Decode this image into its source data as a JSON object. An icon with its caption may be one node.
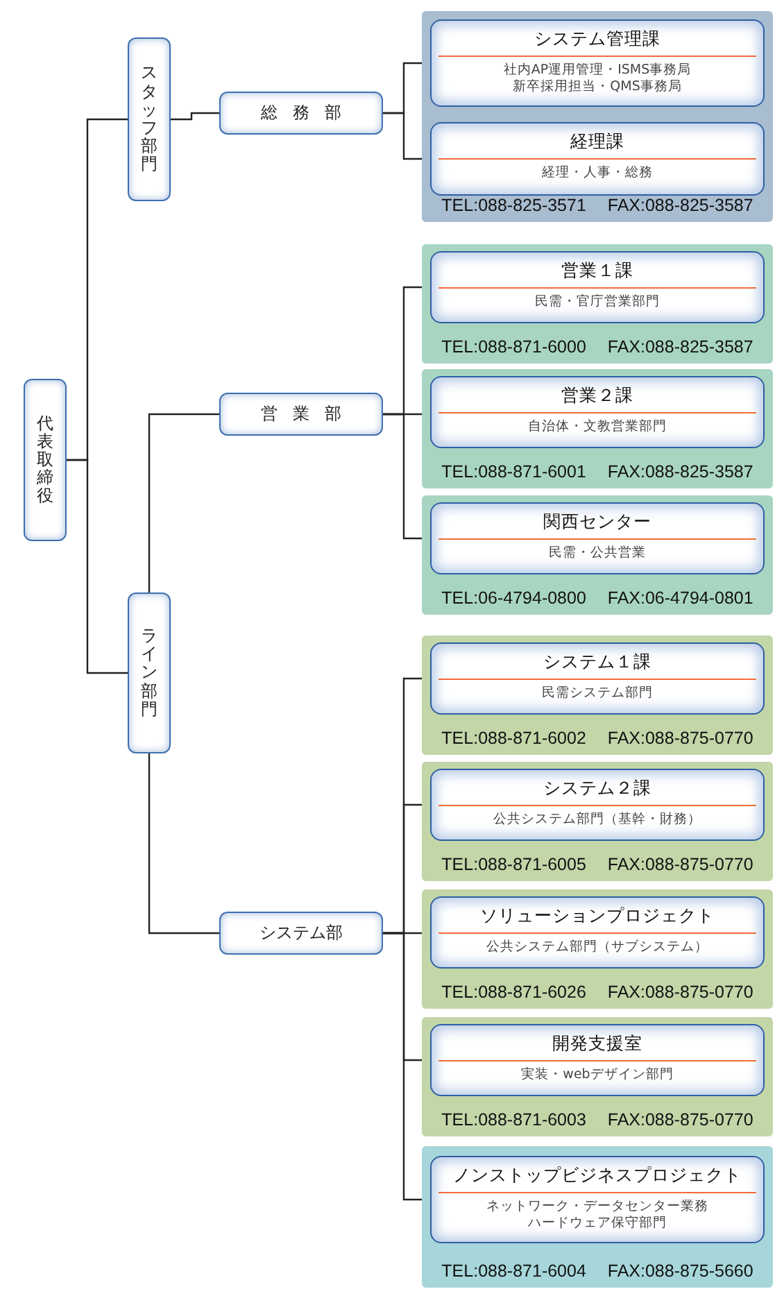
{
  "diagram": {
    "nodes": [
      {
        "text": [
          "代表取締役"
        ]
      },
      {
        "text": [
          "スタッフ部門"
        ]
      },
      {
        "text": [
          "ライン部門"
        ]
      },
      {
        "text": [
          "総務部"
        ]
      },
      {
        "text": [
          "営業部"
        ]
      },
      {
        "text": [
          "システム部"
        ]
      },
      {
        "text": [
          "TEL:088-825-3571 FAX:088-825-3587"
        ]
      },
      {
        "text": [
          "システム管理課",
          "社内AP運用管理・ISMS事務局新卒採用担当・QMS事務局"
        ],
        "in": 6
      },
      {
        "text": [
          "経理課",
          "経理・人事・総務"
        ],
        "in": 6
      },
      {
        "text": [
          "TEL:088-871-6000 FAX:088-825-3587"
        ]
      },
      {
        "text": [
          "営業１課",
          "民需・官庁営業部門"
        ],
        "in": 9
      },
      {
        "text": [
          "TEL:088-871-6001 FAX:088-825-3587"
        ]
      },
      {
        "text": [
          "営業２課",
          "自治体・文教営業部門"
        ],
        "in": 11
      },
      {
        "text": [
          "TEL:06-4794-0800 FAX:06-4794-0801"
        ]
      },
      {
        "text": [
          "関西センター",
          "民需・公共営業"
        ],
        "in": 13
      },
      {
        "text": [
          "TEL:088-871-6002 FAX:088-875-0770"
        ]
      },
      {
        "text": [
          "システム１課",
          "民需システム部門"
        ],
        "in": 15
      },
      {
        "text": [
          "TEL:088-871-6005 FAX:088-875-0770"
        ]
      },
      {
        "text": [
          "システム２課",
          "公共システム部門（基幹・財務）"
        ],
        "in": 17
      },
      {
        "text": [
          "TEL:088-871-6026 FAX:088-875-0770"
        ]
      },
      {
        "text": [
          "ソリューションプロジェクト",
          "公共システム部門（サブシステム）"
        ],
        "in": 19
      },
      {
        "text": [
          "TEL:088-871-6003 FAX:088-875-0770"
        ]
      },
      {
        "text": [
          "開発支援室",
          "実装・webデザイン部門"
        ],
        "in": 21
      },
      {
        "text": [
          "TEL:088-871-6004 FAX:088-875-5660"
        ]
      },
      {
        "text": [
          "ノンストップビジネスプロジェクト",
          "ネットワーク・データセンター業務ハードウェア保守部門"
        ],
        "in": 23
      }
    ],
    "edges": [
      {
        "from": 0,
        "to": 1,
        "arrow": "none"
      },
      {
        "from": 0,
        "to": 2,
        "arrow": "none"
      },
      {
        "from": 1,
        "to": 3,
        "arrow": "none"
      },
      {
        "from": 2,
        "to": 4,
        "arrow": "none"
      },
      {
        "from": 2,
        "to": 5,
        "arrow": "none"
      },
      {
        "from": 3,
        "to": 7,
        "arrow": "none"
      },
      {
        "from": 3,
        "to": 8,
        "arrow": "none"
      },
      {
        "from": 4,
        "to": 10,
        "arrow": "none"
      },
      {
        "from": 4,
        "to": 12,
        "arrow": "none"
      },
      {
        "from": 4,
        "to": 14,
        "arrow": "none"
      },
      {
        "from": 5,
        "to": 16,
        "arrow": "none"
      },
      {
        "from": 5,
        "to": 18,
        "arrow": "none"
      },
      {
        "from": 5,
        "to": 20,
        "arrow": "none"
      },
      {
        "from": 5,
        "to": 22,
        "arrow": "none"
      },
      {
        "from": 5,
        "to": 24,
        "arrow": "none"
      }
    ]
  }
}
